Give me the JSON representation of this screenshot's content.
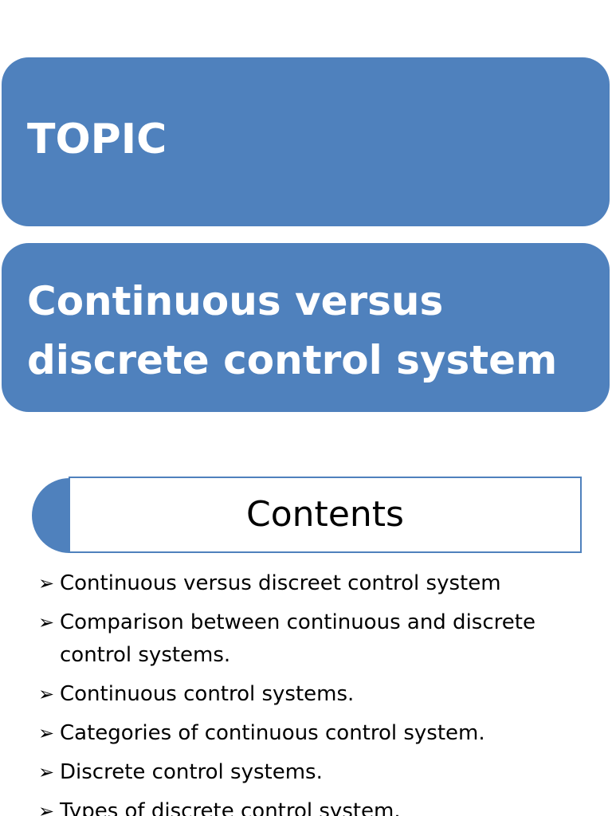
{
  "topic": {
    "title": "TOPIC"
  },
  "subject": {
    "title": "Continuous versus discrete control system"
  },
  "contents": {
    "title": "Contents",
    "items": [
      "Continuous versus discreet control system",
      "Comparison between continuous and discrete control systems.",
      "Continuous control systems.",
      "Categories of continuous control system.",
      "Discrete control systems.",
      "Types of discrete control system."
    ]
  },
  "colors": {
    "box_fill": "#4f81bd",
    "box_text": "#ffffff",
    "body_text": "#000000"
  },
  "icons": {
    "bullet": "arrowhead-bullet-icon"
  }
}
